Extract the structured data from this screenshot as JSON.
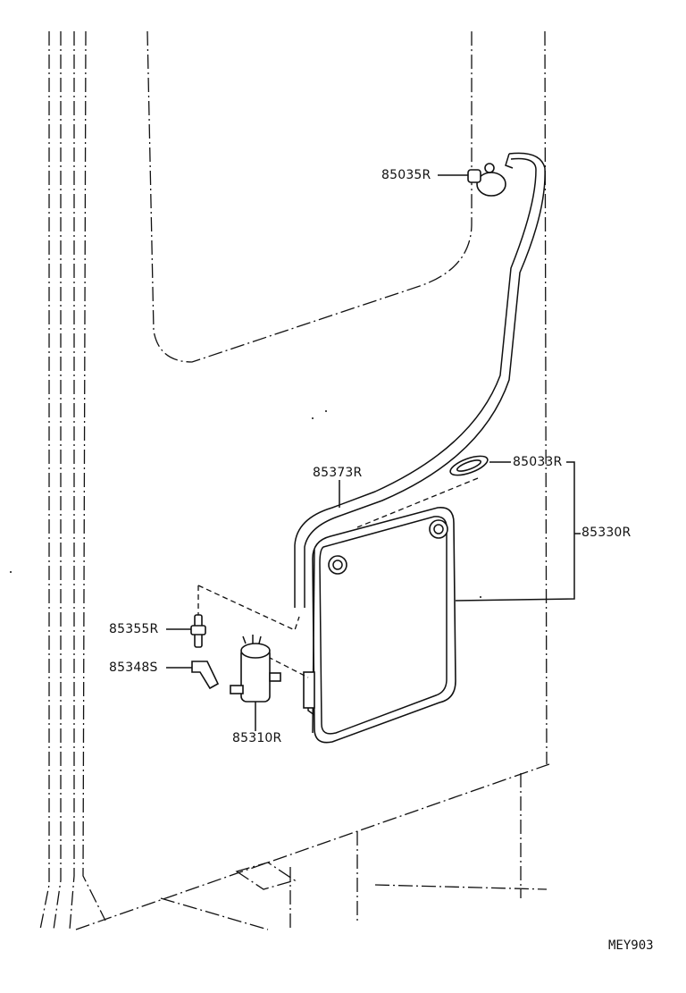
{
  "diagram_code": "MEY903",
  "parts": [
    {
      "id": "85035R"
    },
    {
      "id": "85033R"
    },
    {
      "id": "85330R"
    },
    {
      "id": "85373R"
    },
    {
      "id": "85355R"
    },
    {
      "id": "85348S"
    },
    {
      "id": "85310R"
    }
  ]
}
